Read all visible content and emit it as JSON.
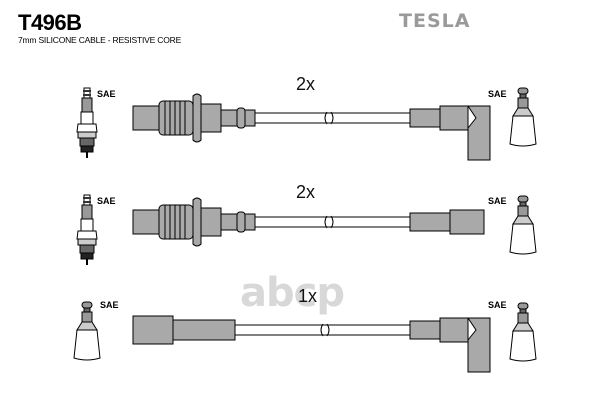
{
  "header": {
    "part_number": "T496B",
    "subtitle": "7mm SILICONE CABLE - RESISTIVE CORE",
    "brand": "TESLA"
  },
  "watermark": "abcp",
  "cables": [
    {
      "quantity": "2x",
      "left_connector": "spark-plug-straight",
      "right_connector": "coil-angled",
      "left_label": "SAE",
      "right_label": "SAE"
    },
    {
      "quantity": "2x",
      "left_connector": "spark-plug-straight",
      "right_connector": "coil-straight",
      "left_label": "SAE",
      "right_label": "SAE"
    },
    {
      "quantity": "1x",
      "left_connector": "straight",
      "right_connector": "angled",
      "left_label": "SAE",
      "right_label": "SAE"
    }
  ],
  "colors": {
    "boot": "#a9a9a9",
    "outline": "#000000",
    "brand": "#9a9a9a"
  }
}
